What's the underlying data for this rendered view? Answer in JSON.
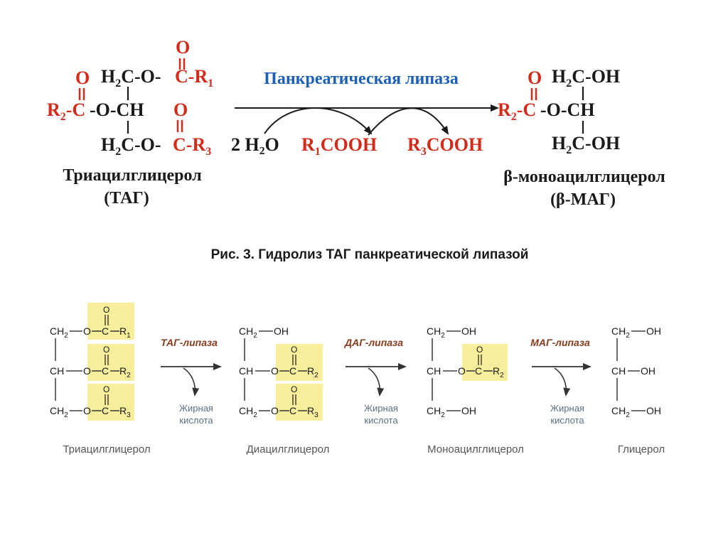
{
  "colors": {
    "red": "#d42a1a",
    "black": "#1a1a1a",
    "blue": "#1c5fb8",
    "gray": "#555555",
    "highlight": "#f6ee9a",
    "brown": "#8a3b1e",
    "steel": "#5c6f80"
  },
  "top": {
    "enzyme": "Панкреатическая липаза",
    "water": "2 H₂O",
    "product1_r": "R",
    "product1_sub": "1",
    "product1_tail": "COOH",
    "product3_r": "R",
    "product3_sub": "3",
    "product3_tail": "COOH",
    "tag_name": "Триацилглицерол",
    "tag_abbr": "(ТАГ)",
    "mag_name": "β-моноацилглицерол",
    "mag_abbr": "(β-МАГ)",
    "atoms": {
      "O": "O",
      "C": "C",
      "CH": "CH",
      "H": "H",
      "two": "2",
      "R": "R",
      "sub1": "1",
      "sub2": "2",
      "sub3": "3",
      "OH": "OH",
      "dashO": "-O-",
      "dash": "-",
      "O_dash": "O-"
    }
  },
  "caption": "Рис. 3. Гидролиз ТАГ панкреатической липазой",
  "bottom": {
    "enzymes": [
      "ТАГ-липаза",
      "ДАГ-липаза",
      "МАГ-липаза"
    ],
    "fatty_acid": [
      "Жирная",
      "кислота"
    ],
    "names": [
      "Триацилглицерол",
      "Диацилглицерол",
      "Моноацилглицерол",
      "Глицерол"
    ],
    "atoms": {
      "CH2": "CH",
      "sub2": "2",
      "CH": "CH",
      "O": "O",
      "C": "C",
      "R": "R",
      "OH": "OH",
      "r1": "1",
      "r2": "2",
      "r3": "3",
      "dash": "—"
    }
  }
}
